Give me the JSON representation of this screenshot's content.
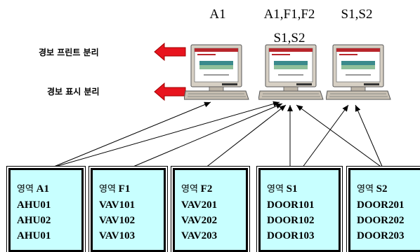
{
  "workstations": [
    {
      "label": "A1"
    },
    {
      "label": "A1,F1,F2",
      "label2": "S1,S2"
    },
    {
      "label": "S1,S2"
    }
  ],
  "side_labels": {
    "alarm_print": "경보 프린트 분리",
    "alarm_display": "경보 표시 분리"
  },
  "zones": [
    {
      "prefix": "영역",
      "name": "A1",
      "items": [
        "AHU01",
        "AHU02",
        "AHU01"
      ]
    },
    {
      "prefix": "영역",
      "name": "F1",
      "items": [
        "VAV101",
        "VAV102",
        "VAV103"
      ]
    },
    {
      "prefix": "영역",
      "name": "F2",
      "items": [
        "VAV201",
        "VAV202",
        "VAV203"
      ]
    },
    {
      "prefix": "영역",
      "name": "S1",
      "items": [
        "DOOR101",
        "DOOR102",
        "DOOR103"
      ]
    },
    {
      "prefix": "영역",
      "name": "S2",
      "items": [
        "DOOR201",
        "DOOR202",
        "DOOR203"
      ]
    }
  ],
  "colors": {
    "zone_fill": "#c8ffff",
    "arrow_red": "#e8141e",
    "monitor_beige": "#d7d0c4",
    "screen_red": "#b8262c"
  }
}
